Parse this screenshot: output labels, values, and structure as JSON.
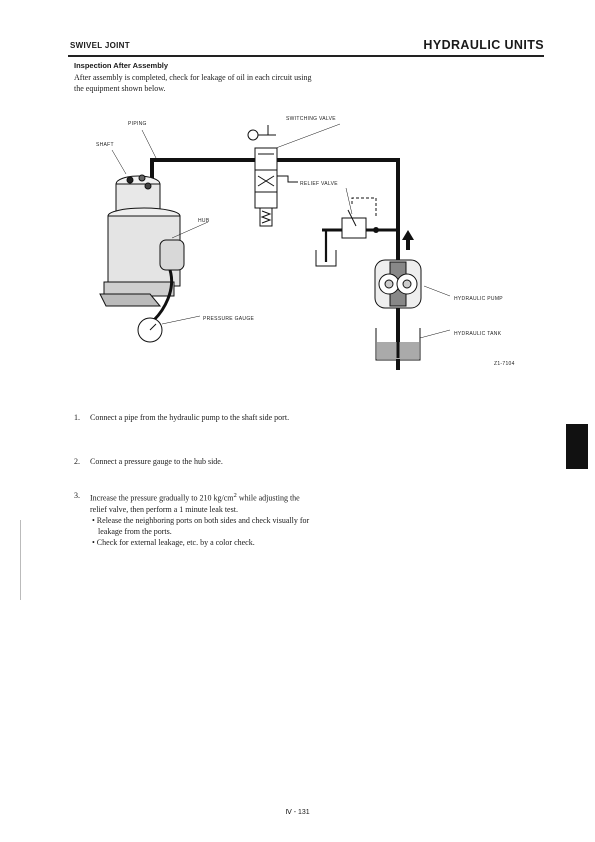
{
  "header": {
    "section": "SWIVEL JOINT",
    "chapter": "HYDRAULIC UNITS"
  },
  "inspection": {
    "title": "Inspection After Assembly",
    "intro": "After assembly is completed, check for leakage of oil in each circuit using the equipment shown below."
  },
  "diagram": {
    "labels": {
      "piping": "PIPING",
      "switching_valve": "SWITCHING VALVE",
      "shaft": "SHAFT",
      "relief_valve": "RELIEF VALVE",
      "hub": "HUB",
      "pressure_gauge": "PRESSURE GAUGE",
      "hydraulic_pump": "HYDRAULIC PUMP",
      "hydraulic_tank": "HYDRAULIC TANK",
      "figure_id": "Z1-7104"
    }
  },
  "steps": [
    {
      "num": "1.",
      "text": "Connect a pipe from the hydraulic pump to the shaft side port."
    },
    {
      "num": "2.",
      "text": "Connect a pressure gauge to the hub side."
    },
    {
      "num": "3.",
      "text_before": "Increase the pressure gradually to 210 kg/cm",
      "superscript": "2",
      "text_after": " while adjusting the relief valve, then perform a 1 minute leak test.",
      "bullets": [
        "• Release the neighboring ports on both sides and check visually for leakage from the ports.",
        "• Check for external leakage, etc. by a color check."
      ]
    }
  ],
  "footer": {
    "page_number": "Ⅳ - 131"
  }
}
